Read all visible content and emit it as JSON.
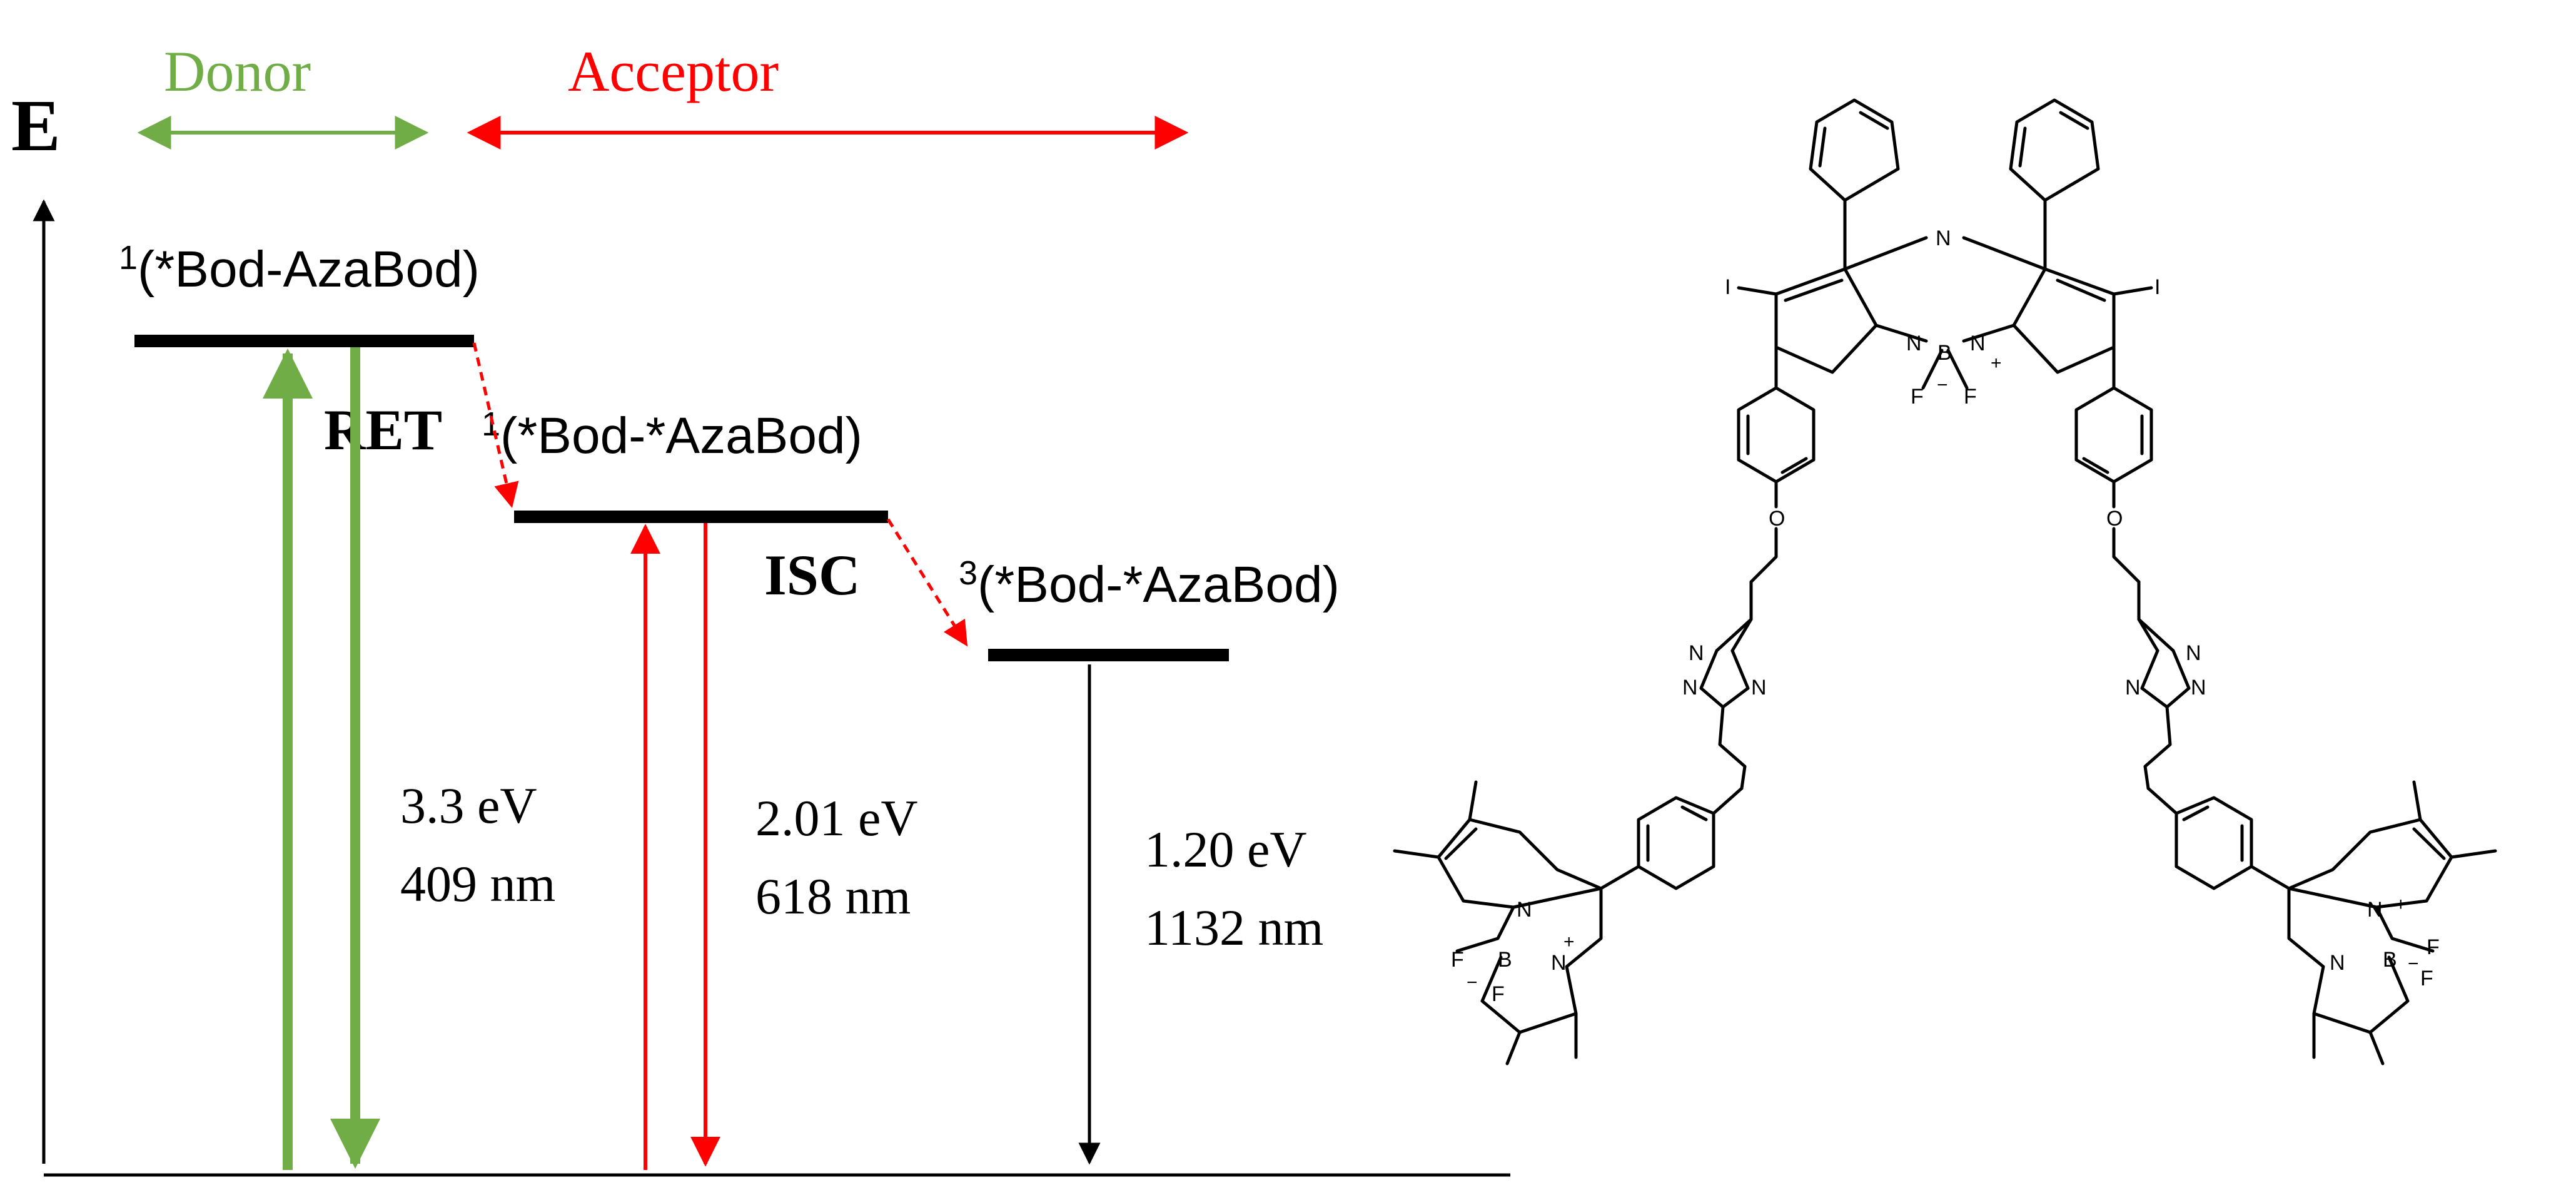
{
  "diagram": {
    "axis_label": "E",
    "donor_label": "Donor",
    "acceptor_label": "Acceptor",
    "levels": [
      {
        "id": "s1_donor",
        "prefix": "1",
        "label": "(*Bod-AzaBod)"
      },
      {
        "id": "s1_acceptor",
        "prefix": "1",
        "label": "(*Bod-*AzaBod)"
      },
      {
        "id": "t1_acceptor",
        "prefix": "3",
        "label": "(*Bod-*AzaBod)"
      }
    ],
    "processes": {
      "ret": "RET",
      "isc": "ISC"
    },
    "transitions": [
      {
        "energy": "3.3 eV",
        "wavelength": "409 nm"
      },
      {
        "energy": "2.01 eV",
        "wavelength": "618 nm"
      },
      {
        "energy": "1.20 eV",
        "wavelength": "1132 nm"
      }
    ],
    "colors": {
      "donor": "#70ad47",
      "acceptor": "#ff0000",
      "level": "#000000"
    }
  },
  "molecule": {
    "atoms": {
      "nitrogen": "N",
      "boron": "B",
      "fluorine": "F",
      "oxygen": "O",
      "iodine": "I",
      "plus_charge": "+",
      "minus_charge": "−"
    }
  }
}
